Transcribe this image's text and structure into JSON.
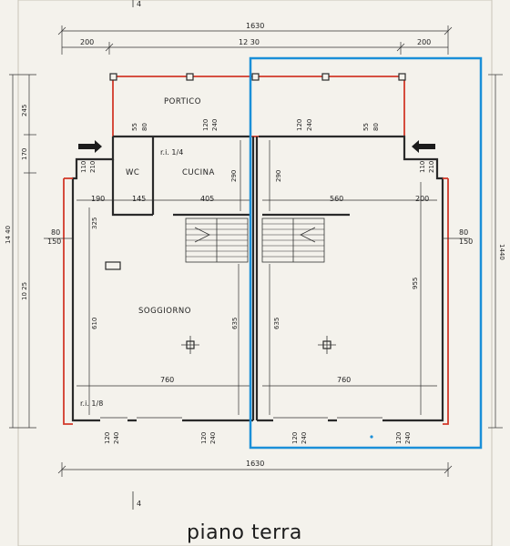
{
  "colors": {
    "paper": "#f4f2ec",
    "ink": "#2a2a2a",
    "redline": "#d23a2a",
    "highlight": "#1a8fd8"
  },
  "dimensions": {
    "total_width": "1630",
    "inner_width": "12 30",
    "side_left": "200",
    "side_right": "200",
    "total_depth_left": "14 40",
    "total_depth_right": "1440",
    "portico_depth": "245",
    "upper_170": "170",
    "lower_1025": "10 25",
    "col_55": "55",
    "col_80": "80",
    "col_120": "120",
    "col_240": "240",
    "d_110": "110",
    "d_210": "210",
    "d_190": "190",
    "d_145": "145",
    "d_405": "405",
    "d_290": "290",
    "d_560": "560",
    "d_200": "200",
    "d_80": "80",
    "d_150": "150",
    "d_325": "325",
    "d_610": "610",
    "d_635": "635",
    "d_955": "955",
    "d_760": "760",
    "bottom_total": "1630"
  },
  "rooms": {
    "portico": "PORTICO",
    "wc": "WC",
    "cucina": "CUCINA",
    "soggiorno": "SOGGIORNO"
  },
  "notes": {
    "ri_top": "r.i. 1/4",
    "ri_bottom": "r.i. 1/8",
    "section_mark": "4"
  },
  "caption": "piano terra"
}
